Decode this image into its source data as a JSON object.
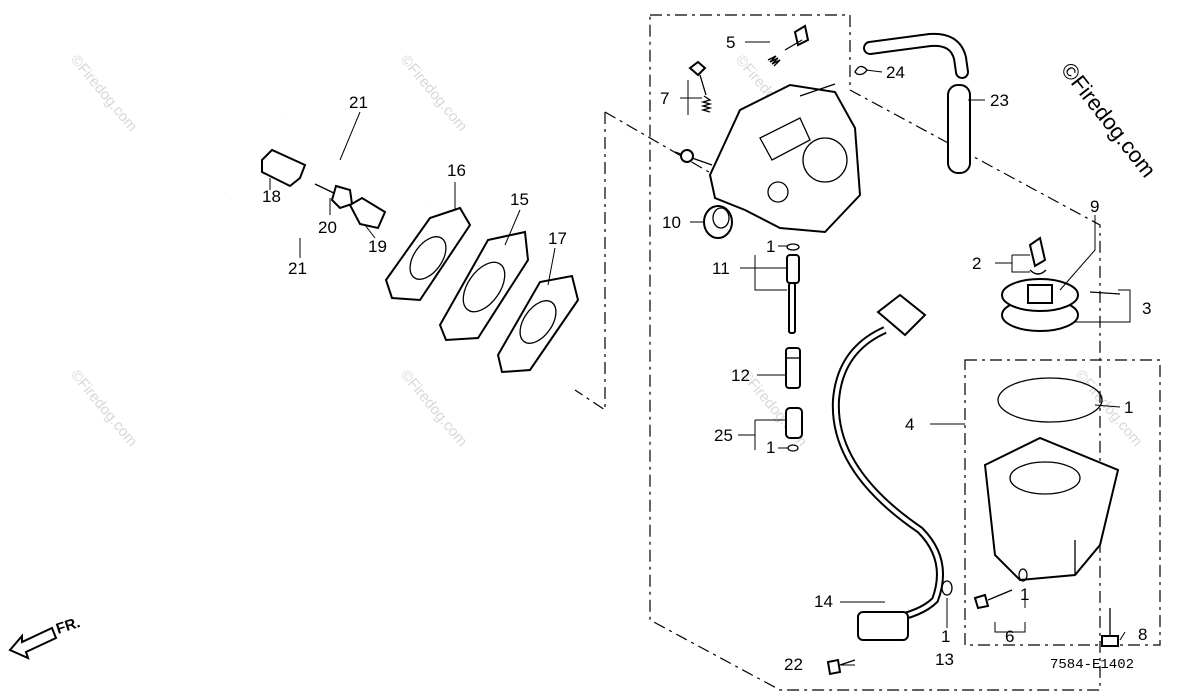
{
  "diagram": {
    "brand": "©Firedog.com",
    "watermark": "©Firedog.com",
    "diagram_code": "7584-E1402",
    "direction_label": "FR.",
    "callouts": {
      "c1a": "1",
      "c1b": "1",
      "c1c": "1",
      "c1d": "1",
      "c1e": "1",
      "c2": "2",
      "c3": "3",
      "c4": "4",
      "c5": "5",
      "c6": "6",
      "c7": "7",
      "c8": "8",
      "c9": "9",
      "c10": "10",
      "c11": "11",
      "c12": "12",
      "c13": "13",
      "c14": "14",
      "c15": "15",
      "c16": "16",
      "c17": "17",
      "c18": "18",
      "c19": "19",
      "c20": "20",
      "c21a": "21",
      "c21b": "21",
      "c22": "22",
      "c23": "23",
      "c24": "24",
      "c25": "25"
    }
  }
}
